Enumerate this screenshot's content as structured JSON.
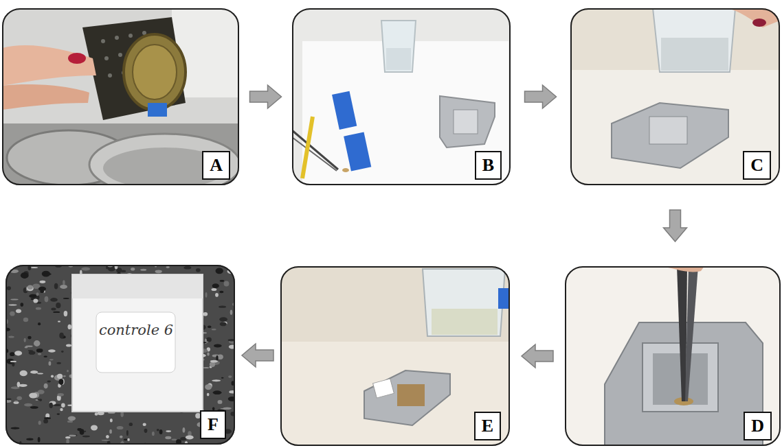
{
  "diagram": {
    "nodes": [
      {
        "text": [
          "A"
        ]
      },
      {
        "text": [
          "B"
        ]
      },
      {
        "text": [
          "C"
        ]
      },
      {
        "text": [
          "D"
        ]
      },
      {
        "text": [
          "E"
        ]
      },
      {
        "text": [
          "F"
        ]
      }
    ],
    "edges": [
      {
        "from": 0,
        "to": 1,
        "arrow": "to"
      },
      {
        "from": 1,
        "to": 2,
        "arrow": "to"
      },
      {
        "from": 2,
        "to": 3,
        "arrow": "to"
      },
      {
        "from": 3,
        "to": 4,
        "arrow": "to"
      },
      {
        "from": 4,
        "to": 5,
        "arrow": "to"
      }
    ],
    "labels": [
      "controle 6"
    ]
  }
}
